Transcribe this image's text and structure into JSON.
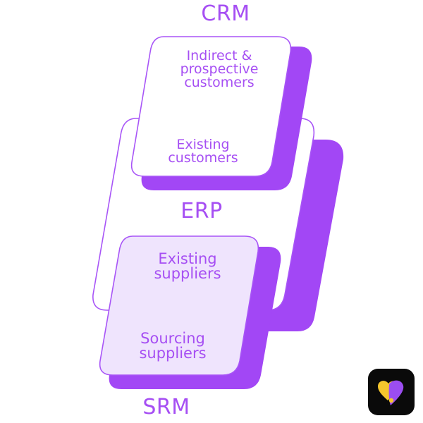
{
  "colors": {
    "accent": "#a855f7",
    "accent_shadow": "#a247f5",
    "text": "#a64ff3",
    "card_fill": "#ffffff",
    "srm_fill": "#efe4fd",
    "logo_bg": "#0a0a0a",
    "logo_yellow": "#f5c62d",
    "logo_purple": "#9b4df0"
  },
  "diagram": {
    "crm": {
      "title": "CRM",
      "top_text_1": "Indirect &",
      "top_text_2": "prospective",
      "top_text_3": "customers",
      "bottom_text_1": "Existing",
      "bottom_text_2": "customers"
    },
    "erp": {
      "title": "ERP"
    },
    "srm": {
      "title": "SRM",
      "top_text_1": "Existing",
      "top_text_2": "suppliers",
      "bottom_text_1": "Sourcing",
      "bottom_text_2": "suppliers"
    }
  },
  "logo": {
    "icon": "heart-tag-logo-icon"
  }
}
